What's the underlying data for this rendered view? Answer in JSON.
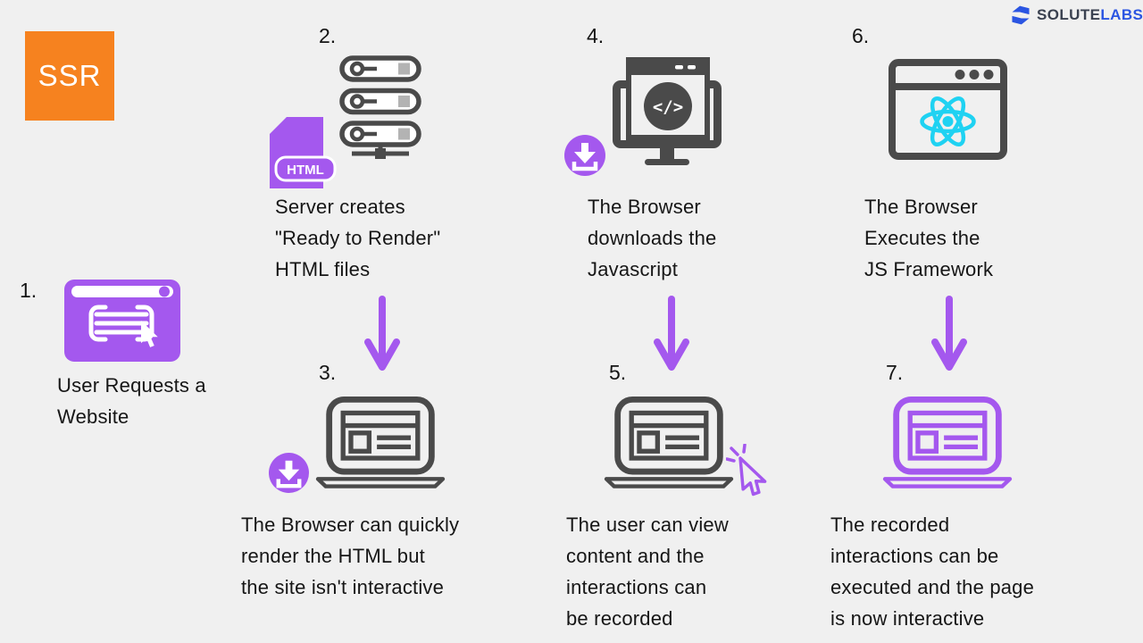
{
  "badge": {
    "label": "SSR"
  },
  "logo": {
    "primary": "SOLUTE",
    "accent": "LABS"
  },
  "glyphs": {
    "code": "</>",
    "file_label": "HTML"
  },
  "colors": {
    "background": "#f0f0f0",
    "purple": "#a458ee",
    "dark_gray": "#4a4a4a",
    "cyan": "#1fd2f2",
    "orange": "#f6821f",
    "logo_blue": "#2b55e2",
    "text": "#161616"
  },
  "steps": [
    {
      "number": "1.",
      "caption": "User Requests a\nWebsite"
    },
    {
      "number": "2.",
      "caption": "Server creates\n\"Ready to Render\"\nHTML files"
    },
    {
      "number": "3.",
      "caption": "The Browser can quickly\nrender the HTML but\nthe site isn't interactive"
    },
    {
      "number": "4.",
      "caption": "The Browser\ndownloads the\nJavascript"
    },
    {
      "number": "5.",
      "caption": "The user can view\ncontent and the\ninteractions can\nbe recorded"
    },
    {
      "number": "6.",
      "caption": "The Browser\nExecutes the\nJS Framework"
    },
    {
      "number": "7.",
      "caption": "The recorded\ninteractions can be\nexecuted and the page\nis now interactive"
    }
  ]
}
